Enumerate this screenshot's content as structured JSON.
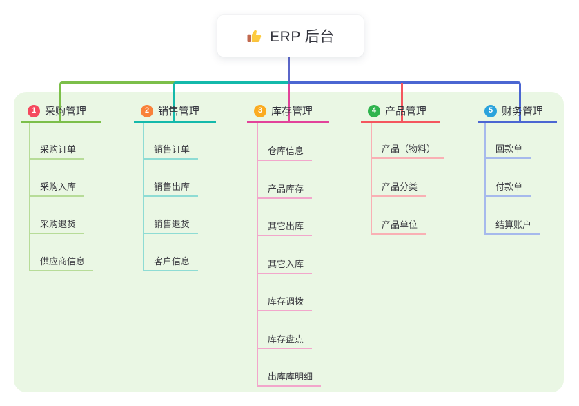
{
  "root": {
    "label": "ERP 后台",
    "icon": "thumbs-up-icon"
  },
  "branches": [
    {
      "num": "1",
      "label": "采购管理",
      "badge_color": "#f5495e",
      "line_color": "#7cbf4a",
      "child_line_color": "#b7dc98",
      "children": [
        "采购订单",
        "采购入库",
        "采购退货",
        "供应商信息"
      ]
    },
    {
      "num": "2",
      "label": "销售管理",
      "badge_color": "#f9813a",
      "line_color": "#14b9ab",
      "child_line_color": "#8edcd4",
      "children": [
        "销售订单",
        "销售出库",
        "销售退货",
        "客户信息"
      ]
    },
    {
      "num": "3",
      "label": "库存管理",
      "badge_color": "#fbab20",
      "line_color": "#e2439a",
      "child_line_color": "#f2a6cb",
      "children": [
        "仓库信息",
        "产品库存",
        "其它出库",
        "其它入库",
        "库存调拨",
        "库存盘点",
        "出库库明细"
      ]
    },
    {
      "num": "4",
      "label": "产品管理",
      "badge_color": "#2fb44e",
      "line_color": "#f4565e",
      "child_line_color": "#f9b0b4",
      "children": [
        "产品（物料）",
        "产品分类",
        "产品单位"
      ]
    },
    {
      "num": "5",
      "label": "财务管理",
      "badge_color": "#2ba3dc",
      "line_color": "#4b66d2",
      "child_line_color": "#a6b9ec",
      "children": [
        "回款单",
        "付款单",
        "结算账户"
      ]
    }
  ],
  "colors": {
    "panel_bg": "#eaf7e4",
    "root_connector": "#5b66c9",
    "card_bg": "#ffffff",
    "badge_text": "#ffffff",
    "text_dark": "#34353e",
    "child_text": "#3c3c42",
    "thumb_hand": "#fdcb3f",
    "thumb_cuff": "#c1694f"
  }
}
